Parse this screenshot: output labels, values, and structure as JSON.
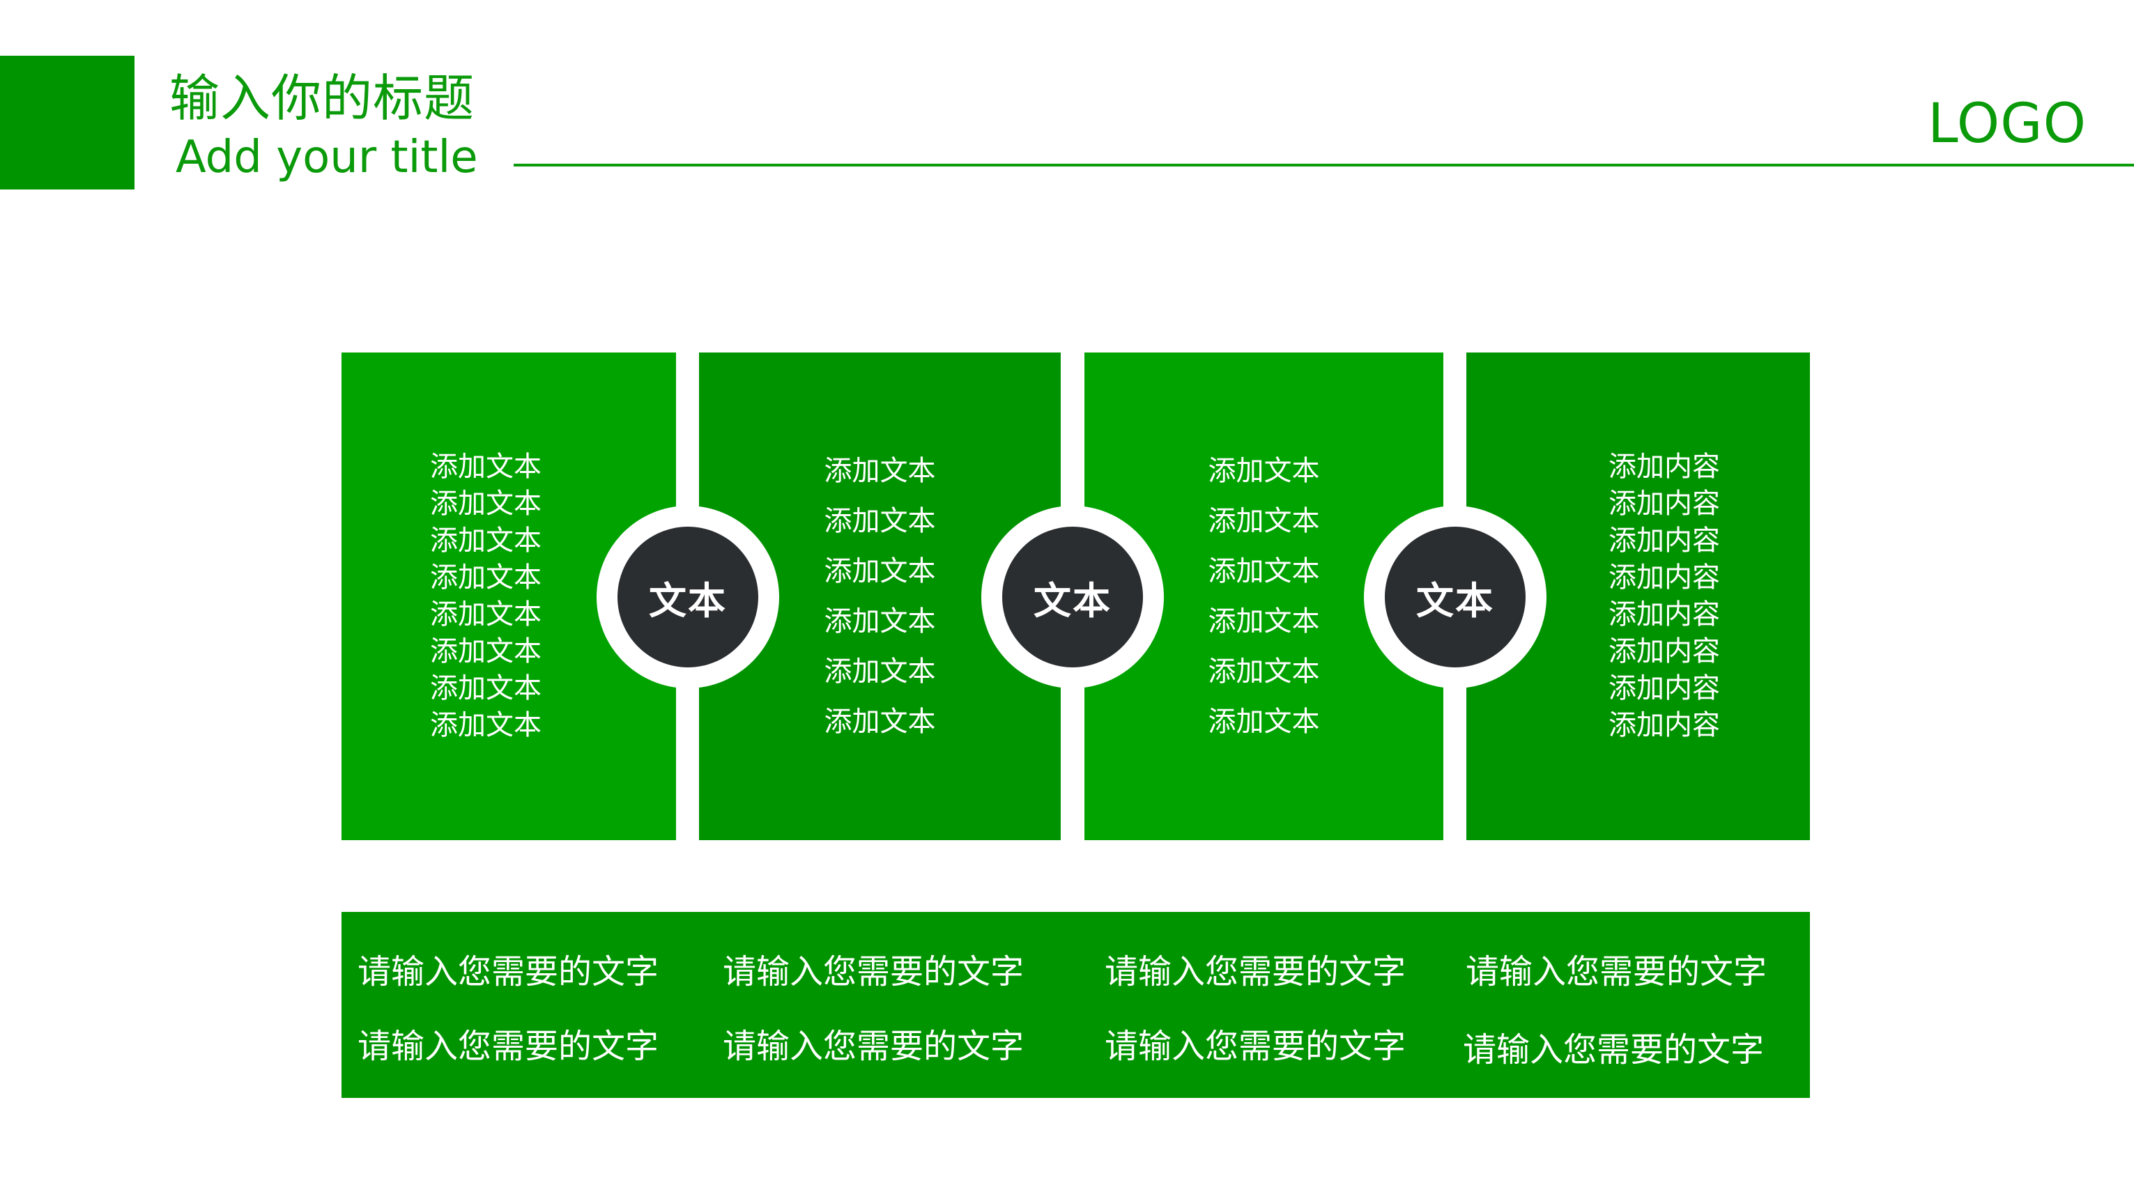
{
  "theme": {
    "accent_dark": "#009400",
    "panel_light": "#00A300",
    "panel_dark": "#009300",
    "title_color": "#0A9A0A",
    "node_color": "#2B2E31",
    "text_on_green": "#FFFFFF"
  },
  "header": {
    "title_cn": "输入你的标题",
    "title_en": "Add your title",
    "logo": "LOGO"
  },
  "panels": [
    {
      "lines": [
        "添加文本",
        "添加文本",
        "添加文本",
        "添加文本",
        "添加文本",
        "添加文本",
        "添加文本",
        "添加文本"
      ]
    },
    {
      "lines": [
        "添加文本",
        "添加文本",
        "添加文本",
        "添加文本",
        "添加文本",
        "添加文本"
      ]
    },
    {
      "lines": [
        "添加文本",
        "添加文本",
        "添加文本",
        "添加文本",
        "添加文本",
        "添加文本"
      ]
    },
    {
      "lines": [
        "添加内容",
        "添加内容",
        "添加内容",
        "添加内容",
        "添加内容",
        "添加内容",
        "添加内容",
        "添加内容"
      ]
    }
  ],
  "nodes": [
    {
      "label": "文本"
    },
    {
      "label": "文本"
    },
    {
      "label": "文本"
    }
  ],
  "bottom_bar": {
    "rows": [
      [
        "请输入您需要的文字",
        "请输入您需要的文字",
        "请输入您需要的文字",
        "请输入您需要的文字"
      ],
      [
        "请输入您需要的文字",
        "请输入您需要的文字",
        "请输入您需要的文字",
        "请输入您需要的文字"
      ]
    ]
  }
}
